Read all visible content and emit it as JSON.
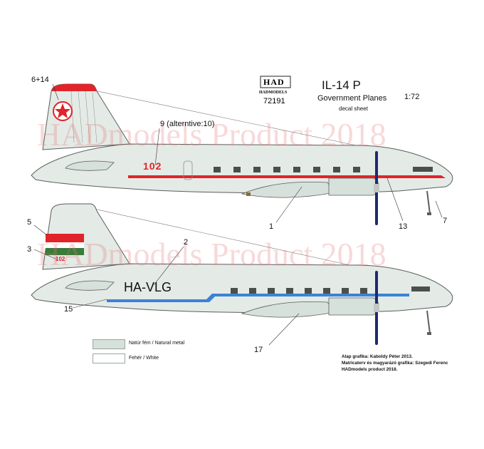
{
  "header": {
    "logo_letters": "HAD",
    "logo_brand": "HADMODELS",
    "product_code": "72191",
    "title": "IL-14 P",
    "subtitle": "Government Planes",
    "sheet_type": "decal sheet",
    "scale": "1:72"
  },
  "watermark": "HADmodels Product 2018",
  "aircraft_top": {
    "tail_number": "102",
    "callouts": {
      "tail_insignia": "6+14",
      "fuselage_number": "9 (alterntive:10)",
      "wing": "1",
      "nose_gear": "13",
      "nose": "7"
    }
  },
  "aircraft_bottom": {
    "registration": "HA-VLG",
    "tail_number": "102",
    "callouts": {
      "flag_top": "5",
      "flag_number": "3",
      "registration": "2",
      "belly": "15",
      "wing": "17"
    }
  },
  "legend": [
    {
      "label": "Natúr fém / Natural metal",
      "color": "#d7e1dc"
    },
    {
      "label": "Fehér / White",
      "color": "#ffffff"
    }
  ],
  "credits": [
    "Alap grafika: Kaboldy Péter 2013.",
    "Matricaterv és magyarázó grafika: Szegedi Ferenc",
    "HADmodels product 2018."
  ],
  "colors": {
    "metal": "#e4eae6",
    "outline": "#5a5f5c",
    "red": "#e0242a",
    "green": "#3a7a3a",
    "blue": "#3b82d6",
    "prop_blue": "#1e2a6e"
  }
}
